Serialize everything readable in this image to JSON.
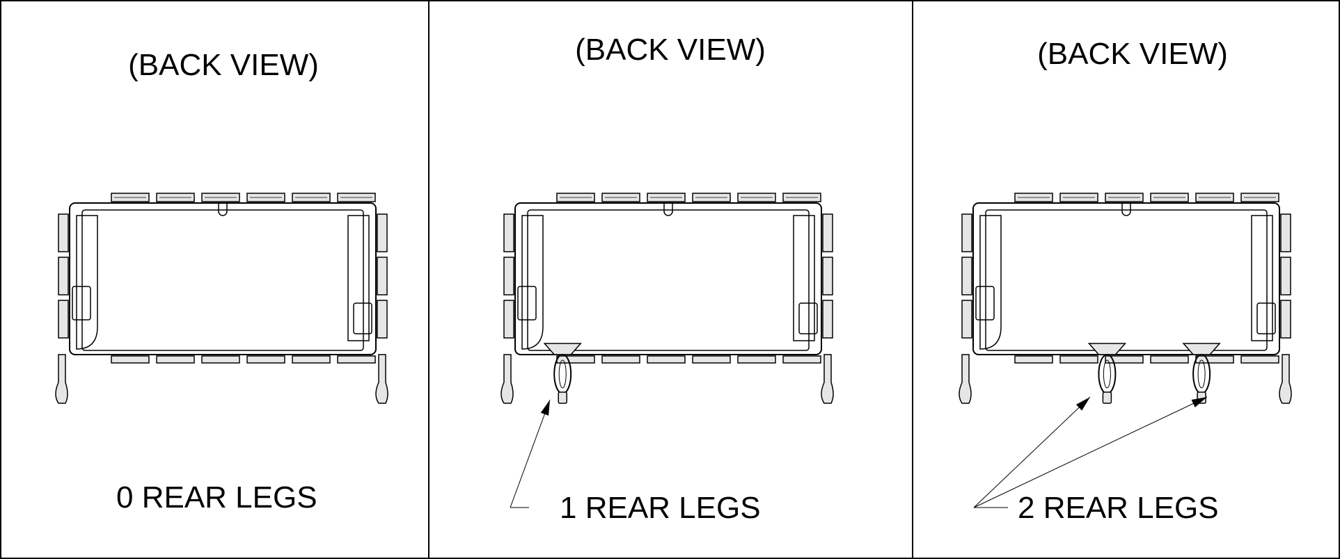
{
  "panels": [
    {
      "title": "(BACK VIEW)",
      "caption": "0 REAR LEGS",
      "rear_legs": 0
    },
    {
      "title": "(BACK VIEW)",
      "caption": "1 REAR LEGS",
      "rear_legs": 1
    },
    {
      "title": "(BACK VIEW)",
      "caption": "2 REAR LEGS",
      "rear_legs": 2
    }
  ],
  "colors": {
    "line": "#000000",
    "background": "#ffffff",
    "contact_fill": "#e6e6e6"
  }
}
